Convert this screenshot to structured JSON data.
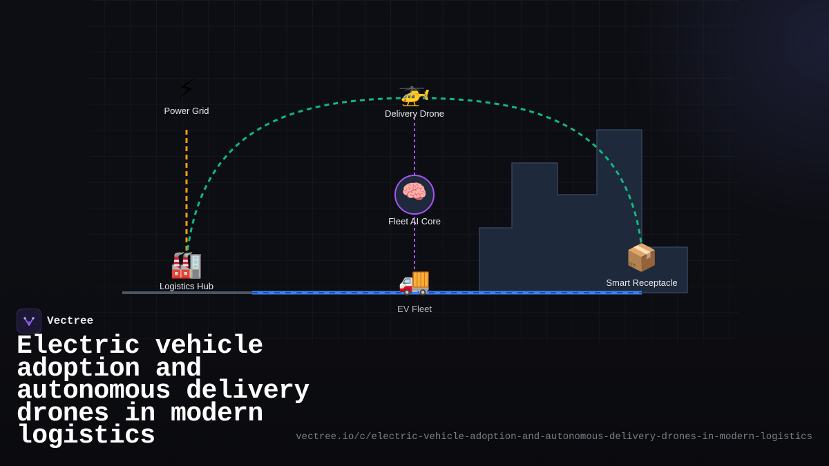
{
  "brand": {
    "name": "Vectree",
    "logo_icon": "vectree-logo-icon",
    "accent": "#8b5cf6"
  },
  "headline": "Electric vehicle adoption and autonomous delivery drones in modern logistics",
  "url": "vectree.io/c/electric-vehicle-adoption-and-autonomous-delivery-drones-in-modern-logistics",
  "nodes": {
    "power_grid": {
      "label": "Power Grid",
      "icon": "lightning-icon",
      "glyph": "⚡"
    },
    "delivery_drone": {
      "label": "Delivery Drone",
      "icon": "helicopter-icon",
      "glyph": "🚁"
    },
    "fleet_ai_core": {
      "label": "Fleet AI Core",
      "icon": "brain-icon",
      "glyph": "🧠"
    },
    "logistics_hub": {
      "label": "Logistics Hub",
      "icon": "factory-icon",
      "glyph": "🏭"
    },
    "ev_fleet": {
      "label": "EV Fleet",
      "icon": "truck-icon",
      "glyph": "🚚"
    },
    "smart_receptacle": {
      "label": "Smart Receptacle",
      "icon": "package-icon",
      "glyph": "📦"
    }
  },
  "colors": {
    "power_link": "#f59e0b",
    "drone_path": "#10b981",
    "ai_link": "#a855f7",
    "road": "#3b82f6",
    "buildings": "#1e293b"
  }
}
